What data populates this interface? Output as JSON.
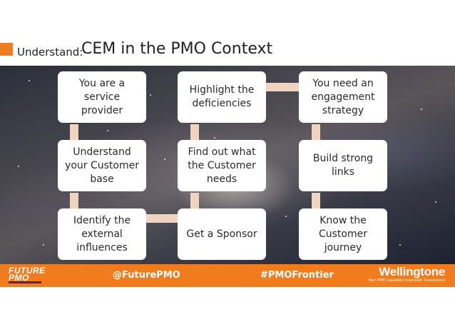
{
  "title": {
    "prefix": "Understand:",
    "main": "CEM in the PMO Context"
  },
  "diagram": {
    "nodes": [
      {
        "id": "n1",
        "label": "You are a\nservice provider"
      },
      {
        "id": "n2",
        "label": "Highlight the\ndeficiencies"
      },
      {
        "id": "n3",
        "label": "You need an\nengagement\nstrategy"
      },
      {
        "id": "n4",
        "label": "Understand\nyour Customer\nbase"
      },
      {
        "id": "n5",
        "label": "Find out what\nthe Customer\nneeds"
      },
      {
        "id": "n6",
        "label": "Build strong\nlinks"
      },
      {
        "id": "n7",
        "label": "Identify the\nexternal\ninfluences"
      },
      {
        "id": "n8",
        "label": "Get a Sponsor"
      },
      {
        "id": "n9",
        "label": "Know the\nCustomer\njourney"
      }
    ],
    "edges": [
      [
        "n1",
        "n4"
      ],
      [
        "n4",
        "n7"
      ],
      [
        "n7",
        "n8"
      ],
      [
        "n8",
        "n5"
      ],
      [
        "n5",
        "n2"
      ],
      [
        "n2",
        "n3"
      ],
      [
        "n3",
        "n6"
      ],
      [
        "n6",
        "n9"
      ]
    ]
  },
  "footer": {
    "logo_line1": "FUTURE",
    "logo_line2": "PMO",
    "hashtag_left": "@FuturePMO",
    "hashtag_right": "#PMOFrontier",
    "brand_name": "Wellingtone",
    "brand_tagline": "Your PPM Capability Improved, Guaranteed"
  }
}
